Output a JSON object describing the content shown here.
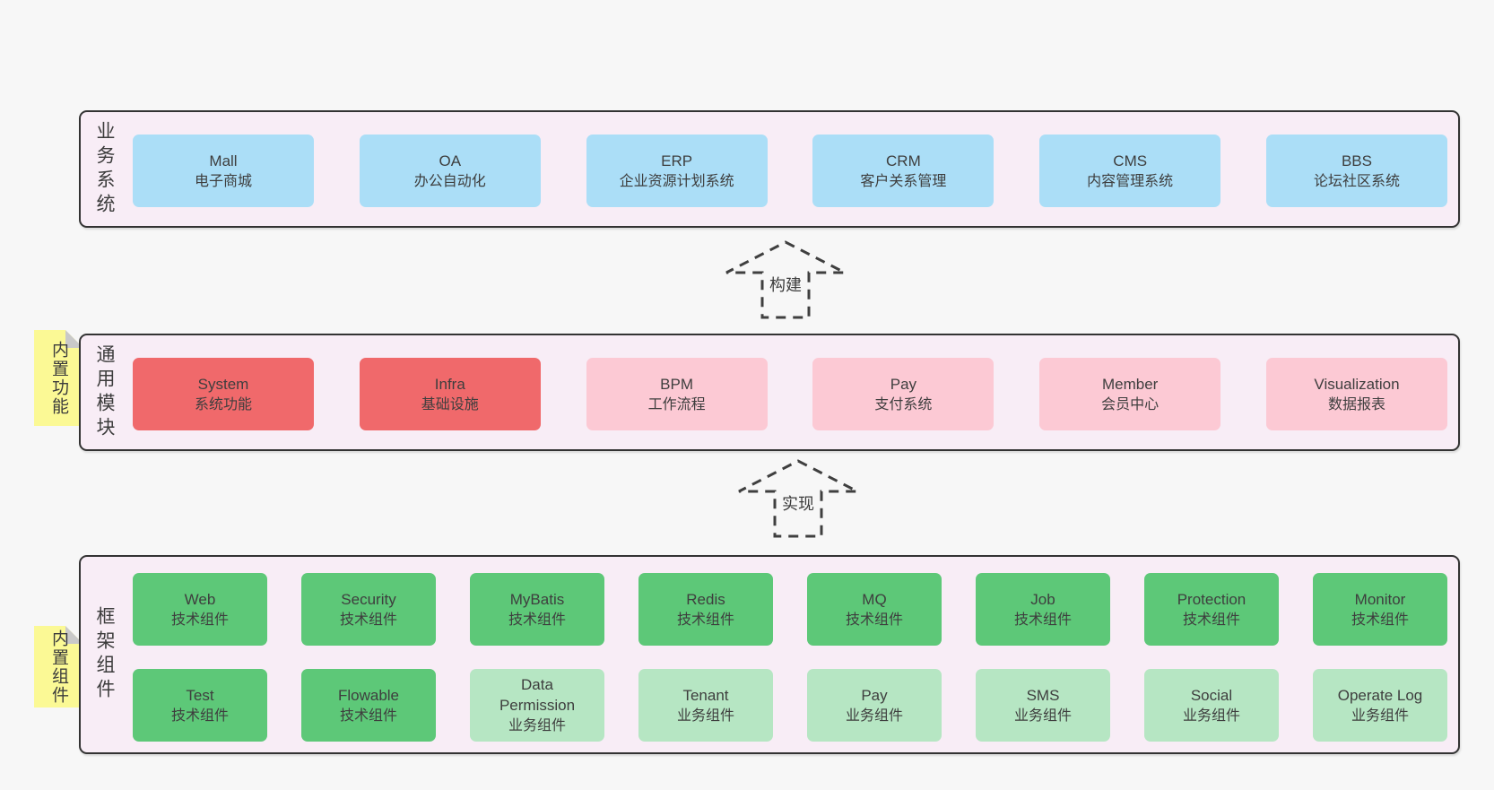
{
  "colors": {
    "page_bg": "#f7f7f7",
    "band_bg": "#f8edf6",
    "band_border": "#333333",
    "note_bg": "#fbf995",
    "note_fold": "#c9c9c9",
    "arrow_stroke": "#3f3f3f",
    "text": "#3c3c3c",
    "box_types": {
      "blue": "#abdef7",
      "red": "#f0696b",
      "pink": "#fcc9d4",
      "green": "#5dc878",
      "lightgreen": "#b6e6c3"
    }
  },
  "arrows": [
    {
      "label": "构建"
    },
    {
      "label": "实现"
    }
  ],
  "bands": [
    {
      "label": "业务系统",
      "boxes": [
        {
          "name": "Mall",
          "desc": "电子商城",
          "type": "blue"
        },
        {
          "name": "OA",
          "desc": "办公自动化",
          "type": "blue"
        },
        {
          "name": "ERP",
          "desc": "企业资源计划系统",
          "type": "blue"
        },
        {
          "name": "CRM",
          "desc": "客户关系管理",
          "type": "blue"
        },
        {
          "name": "CMS",
          "desc": "内容管理系统",
          "type": "blue"
        },
        {
          "name": "BBS",
          "desc": "论坛社区系统",
          "type": "blue"
        }
      ]
    },
    {
      "label": "通用模块",
      "note": "内置功能",
      "boxes": [
        {
          "name": "System",
          "desc": "系统功能",
          "type": "red"
        },
        {
          "name": "Infra",
          "desc": "基础设施",
          "type": "red"
        },
        {
          "name": "BPM",
          "desc": "工作流程",
          "type": "pink"
        },
        {
          "name": "Pay",
          "desc": "支付系统",
          "type": "pink"
        },
        {
          "name": "Member",
          "desc": "会员中心",
          "type": "pink"
        },
        {
          "name": "Visualization",
          "desc": "数据报表",
          "type": "pink"
        }
      ]
    },
    {
      "label": "框架组件",
      "note": "内置组件",
      "rows": [
        [
          {
            "name": "Web",
            "desc": "技术组件",
            "type": "green"
          },
          {
            "name": "Security",
            "desc": "技术组件",
            "type": "green"
          },
          {
            "name": "MyBatis",
            "desc": "技术组件",
            "type": "green"
          },
          {
            "name": "Redis",
            "desc": "技术组件",
            "type": "green"
          },
          {
            "name": "MQ",
            "desc": "技术组件",
            "type": "green"
          },
          {
            "name": "Job",
            "desc": "技术组件",
            "type": "green"
          },
          {
            "name": "Protection",
            "desc": "技术组件",
            "type": "green"
          },
          {
            "name": "Monitor",
            "desc": "技术组件",
            "type": "green"
          }
        ],
        [
          {
            "name": "Test",
            "desc": "技术组件",
            "type": "green"
          },
          {
            "name": "Flowable",
            "desc": "技术组件",
            "type": "green"
          },
          {
            "name": "Data Permission",
            "desc": "业务组件",
            "type": "lightgreen"
          },
          {
            "name": "Tenant",
            "desc": "业务组件",
            "type": "lightgreen"
          },
          {
            "name": "Pay",
            "desc": "业务组件",
            "type": "lightgreen"
          },
          {
            "name": "SMS",
            "desc": "业务组件",
            "type": "lightgreen"
          },
          {
            "name": "Social",
            "desc": "业务组件",
            "type": "lightgreen"
          },
          {
            "name": "Operate Log",
            "desc": "业务组件",
            "type": "lightgreen"
          }
        ]
      ]
    }
  ]
}
